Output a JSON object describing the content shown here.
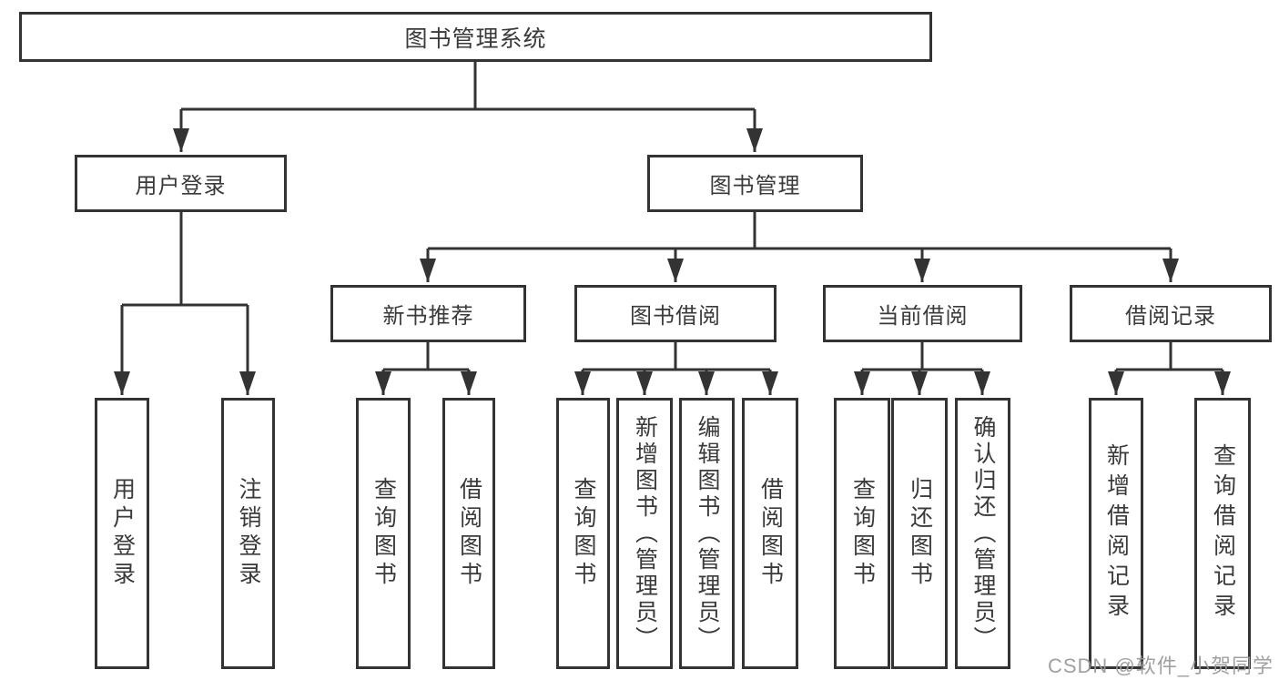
{
  "diagram": {
    "root": {
      "label": "图书管理系统"
    },
    "level2": [
      {
        "label": "用户登录"
      },
      {
        "label": "图书管理"
      }
    ],
    "level3": [
      {
        "label": "新书推荐"
      },
      {
        "label": "图书借阅"
      },
      {
        "label": "当前借阅"
      },
      {
        "label": "借阅记录"
      }
    ],
    "leaves": [
      {
        "label": "用户登录",
        "parent": "用户登录"
      },
      {
        "label": "注销登录",
        "parent": "用户登录"
      },
      {
        "label": "查询图书",
        "parent": "新书推荐"
      },
      {
        "label": "借阅图书",
        "parent": "新书推荐"
      },
      {
        "label": "查询图书",
        "parent": "图书借阅"
      },
      {
        "label": "新增图书（管理员）",
        "parent": "图书借阅"
      },
      {
        "label": "编辑图书（管理员）",
        "parent": "图书借阅"
      },
      {
        "label": "借阅图书",
        "parent": "图书借阅"
      },
      {
        "label": "查询图书",
        "parent": "当前借阅"
      },
      {
        "label": "归还图书",
        "parent": "当前借阅"
      },
      {
        "label": "确认归还（管理员）",
        "parent": "当前借阅"
      },
      {
        "label": "新增借阅记录",
        "parent": "借阅记录"
      },
      {
        "label": "查询借阅记录",
        "parent": "借阅记录"
      }
    ],
    "colors": {
      "line": "#333333",
      "box_border": "#333333",
      "box_background": "#ffffff",
      "text": "#3a3a3a",
      "watermark": "#989898",
      "page_background": "#ffffff"
    }
  },
  "watermark": {
    "text": "CSDN @软件_小贺同学"
  }
}
